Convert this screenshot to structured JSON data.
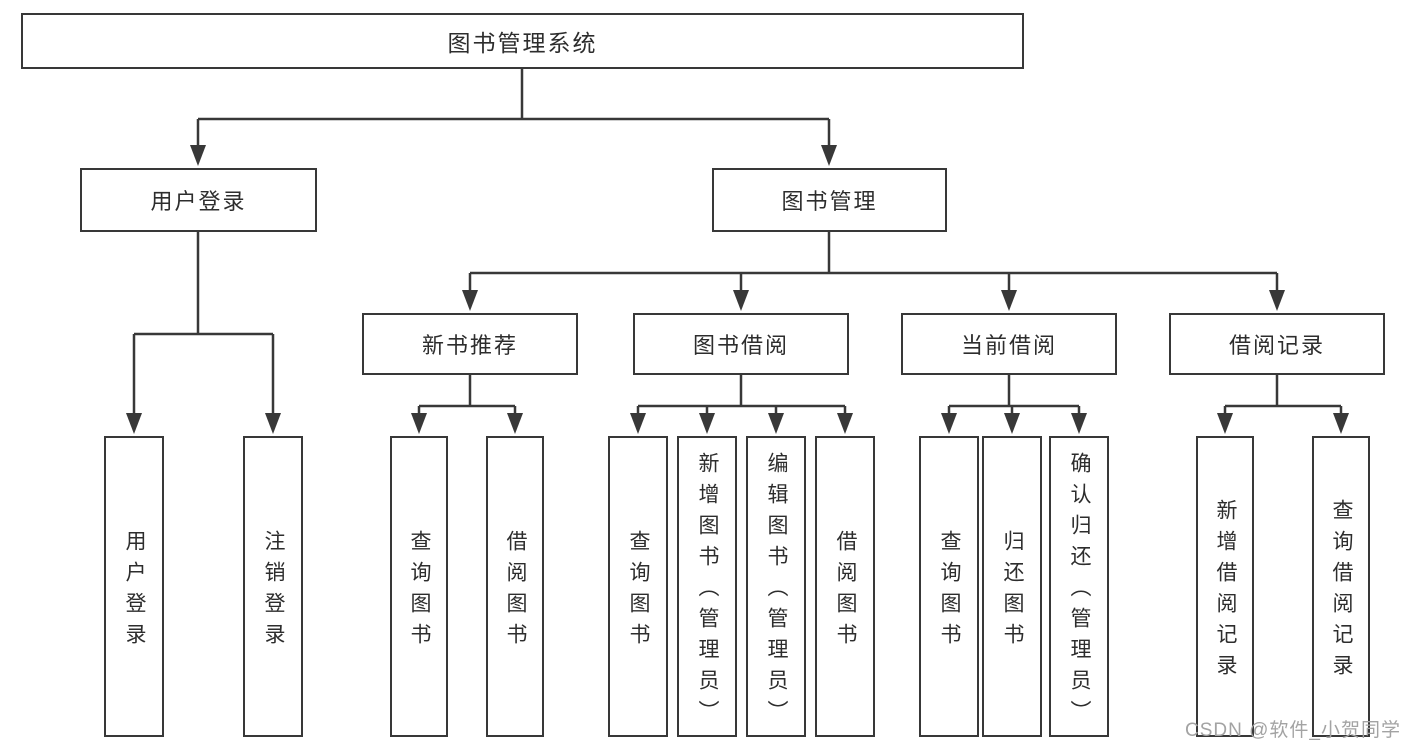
{
  "title": {
    "label": "图书管理系统"
  },
  "modules": {
    "user_login": {
      "label": "用户登录",
      "children": [
        "用户登录",
        "注销登录"
      ]
    },
    "book_mgmt": {
      "label": "图书管理",
      "children": {
        "new_books": {
          "label": "新书推荐",
          "children": [
            "查询图书",
            "借阅图书"
          ]
        },
        "borrow": {
          "label": "图书借阅",
          "children": [
            "查询图书",
            "新增图书（管理员）",
            "编辑图书（管理员）",
            "借阅图书"
          ]
        },
        "current": {
          "label": "当前借阅",
          "children": [
            "查询图书",
            "归还图书",
            "确认归还（管理员）"
          ]
        },
        "records": {
          "label": "借阅记录",
          "children": [
            "新增借阅记录",
            "查询借阅记录"
          ]
        }
      }
    }
  },
  "watermark": "CSDN @软件_小贺同学",
  "colors": {
    "line": "#383838",
    "text": "#2d2d2d",
    "watermark": "#a3a3a3",
    "background": "#ffffff"
  }
}
